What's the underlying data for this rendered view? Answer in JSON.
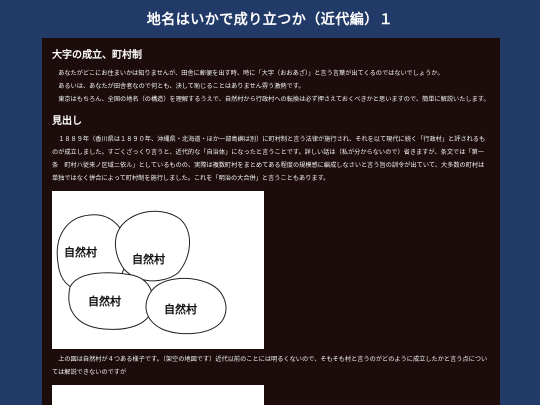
{
  "header": {
    "title": "地名はいかで成り立つか（近代編）１"
  },
  "section1": {
    "heading": "大字の成立、町村制",
    "paragraphs": [
      "あなたがどこにお住まいかは知りませんが、田舎に郵便を出す時、時に「大字（おおあざ）」と言う言葉が出てくるのではないでしょうか。",
      "あるいは、あなたが田舎者なので何とも、決して恥じることはありません雰う激熱です。",
      "東京はもちろん、全国の地名（の構造）を理解するうえで、自然村から行政村への転換は必ず押さえておくべきかと思いますので、簡単に解説いたします。"
    ]
  },
  "section2": {
    "heading": "見出し",
    "paragraph": "１８８９年（香川県は１８９０年、沖縄県・北海道・ほか一部島嶼は別）に町村制と言う法律が施行され、それを以て現代に続く「行政村」と評されるものが成立しました。すごくざっくり言うと、近代的な「自治体」になったと言うことです。詳しい話は（私が分からないので）省きますが、条文では「第一条　町村ハ従来ノ区域ニ依ル」としているものの、実際は複数町村をまとめてある程度の規模感に編成しなさいと言う旨の訓令が出ていて、大多数の町村は単独ではなく併合によって町村制を施行しました。これを「明治の大合併」と言うこともあります。"
  },
  "figure": {
    "labels": [
      "自然村",
      "自然村",
      "自然村",
      "自然村"
    ],
    "caption": "上の図は自然村が４つある様子です。（架空の地図です）近代以前のことには明るくないので、そもそも村と言うのがどのように成立したかと言う点については解説できないのですが"
  }
}
